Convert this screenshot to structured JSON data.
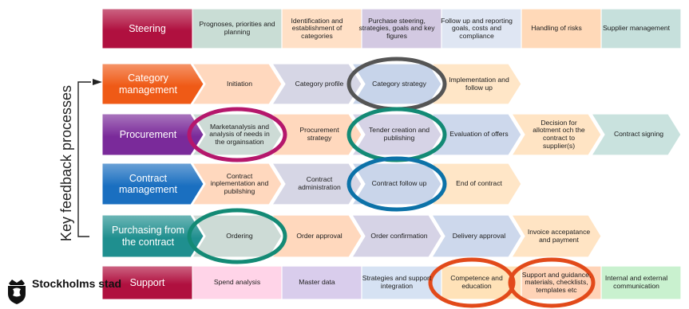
{
  "side_label": "Key feedback processes",
  "logo": {
    "text": "Stockholms stad",
    "icon": "crown-shield-icon"
  },
  "rows": [
    {
      "id": "steering",
      "title": "Steering",
      "color": "#b0103f",
      "cells": [
        {
          "text": "Prognoses, priorities and planning",
          "fill": "#c9ddd5"
        },
        {
          "text": "Identification and establishment of categories",
          "fill": "#ffe0c6"
        },
        {
          "text": "Purchase steering, strategies, goals and key figures",
          "fill": "#d3c9e2"
        },
        {
          "text": "Follow up and reporting goals, costs and compliance",
          "fill": "#dfe6f3"
        },
        {
          "text": "Handling of risks",
          "fill": "#ffd9b8"
        },
        {
          "text": "Supplier management",
          "fill": "#c6e0dc"
        }
      ]
    },
    {
      "id": "category",
      "title": "Category management",
      "color": "#ef5a16",
      "cells": [
        {
          "text": "Initiation",
          "fill": "#ffd8be"
        },
        {
          "text": "Category profile",
          "fill": "#d6d6e5"
        },
        {
          "text": "Category strategy",
          "fill": "#c7d4ea"
        },
        {
          "text": "Implementation and follow up",
          "fill": "#ffe6c7"
        }
      ]
    },
    {
      "id": "procurement",
      "title": "Procurement",
      "color": "#7a2a9a",
      "cells": [
        {
          "text": "Marketanalysis and analysis of needs in the orgainsation",
          "fill": "#cddbd6"
        },
        {
          "text": "Procurement strategy",
          "fill": "#ffd8bd"
        },
        {
          "text": "Tender creation and publishing",
          "fill": "#d6d3e6"
        },
        {
          "text": "Evaluation of offers",
          "fill": "#cdd8ec"
        },
        {
          "text": "Decision for allotment och the contract to supplier(s)",
          "fill": "#ffe4c4"
        },
        {
          "text": "Contract signing",
          "fill": "#c9e2de"
        }
      ]
    },
    {
      "id": "contract",
      "title": "Contract management",
      "color": "#1a6fc0",
      "cells": [
        {
          "text": "Contract inplementation and pubilshing",
          "fill": "#ffd8be"
        },
        {
          "text": "Contract administration",
          "fill": "#d6d6e5"
        },
        {
          "text": "Contract follow up",
          "fill": "#c9d5ea"
        },
        {
          "text": "End of contract",
          "fill": "#ffe6c7"
        }
      ]
    },
    {
      "id": "purchasing",
      "title": "Purchasing from the contract",
      "color": "#1f8f8f",
      "cells": [
        {
          "text": "Ordering",
          "fill": "#cddbd6"
        },
        {
          "text": "Order approval",
          "fill": "#ffd8bd"
        },
        {
          "text": "Order confirmation",
          "fill": "#d6d3e6"
        },
        {
          "text": "Delivery approval",
          "fill": "#cdd8ec"
        },
        {
          "text": "Invoice accepatance and payment",
          "fill": "#ffe4c4"
        }
      ]
    },
    {
      "id": "support",
      "title": "Support",
      "color": "#b0103f",
      "cells": [
        {
          "text": "Spend analysis",
          "fill": "#ffd4e8"
        },
        {
          "text": "Master data",
          "fill": "#d9cdec"
        },
        {
          "text": "Strategies and support integration",
          "fill": "#d6e2f3"
        },
        {
          "text": "Competence and education",
          "fill": "#ffe2b8"
        },
        {
          "text": "Support and guidance, materials, checklists, templates etc",
          "fill": "#ffd3b7"
        },
        {
          "text": "Internal and external communication",
          "fill": "#c9f1cf"
        }
      ]
    }
  ],
  "highlights": [
    {
      "row": 1,
      "cell": 2,
      "color": "#555555"
    },
    {
      "row": 2,
      "cell": 0,
      "color": "#b5176c"
    },
    {
      "row": 2,
      "cell": 2,
      "color": "#138a75"
    },
    {
      "row": 3,
      "cell": 2,
      "color": "#0c72a8"
    },
    {
      "row": 4,
      "cell": 0,
      "color": "#138a75"
    },
    {
      "row": 5,
      "cell": 3,
      "color": "#e24a1a"
    },
    {
      "row": 5,
      "cell": 4,
      "color": "#e24a1a"
    }
  ]
}
